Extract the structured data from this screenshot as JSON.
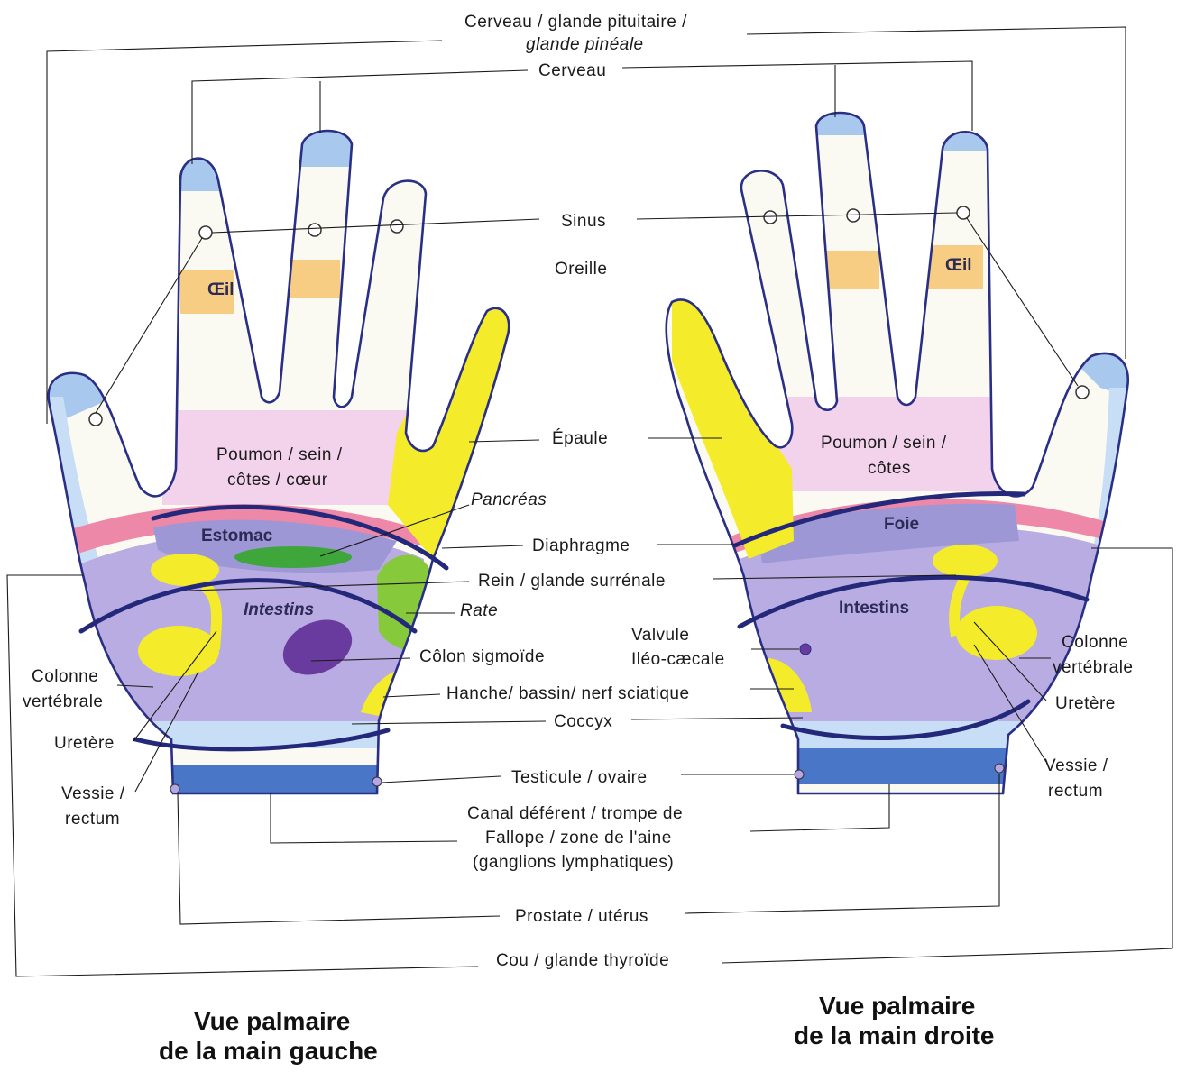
{
  "labels": {
    "cerveau_pituitaire": "Cerveau / glande pituitaire /",
    "glande_pineale": "glande pinéale",
    "cerveau": "Cerveau",
    "sinus": "Sinus",
    "oreille": "Oreille",
    "oeil": "Œil",
    "epaule": "Épaule",
    "poumon_line1": "Poumon / sein /",
    "poumon_left_line2": "côtes / cœur",
    "poumon_right_line2": "côtes",
    "pancreas": "Pancréas",
    "estomac": "Estomac",
    "foie": "Foie",
    "diaphragme": "Diaphragme",
    "rein": "Rein / glande surrénale",
    "rate": "Rate",
    "intestins": "Intestins",
    "valvule_line1": "Valvule",
    "valvule_line2": "Iléo-cæcale",
    "colon": "Côlon sigmoïde",
    "colonne_line1": "Colonne",
    "colonne_line2": "vertébrale",
    "hanche": "Hanche/ bassin/ nerf sciatique",
    "coccyx": "Coccyx",
    "uretere": "Uretère",
    "vessie_line1": "Vessie /",
    "vessie_line2": "rectum",
    "testicule": "Testicule / ovaire",
    "canal_line1": "Canal déférent / trompe de",
    "canal_line2": "Fallope / zone de l'aine",
    "canal_line3": "(ganglions lymphatiques)",
    "prostate": "Prostate / utérus",
    "cou": "Cou / glande thyroïde"
  },
  "captions": {
    "left_line1": "Vue palmaire",
    "left_line2": "de la main gauche",
    "right_line1": "Vue palmaire",
    "right_line2": "de la main droite"
  },
  "colors": {
    "skin": "#fbfaf2",
    "outline": "#2a2f86",
    "brain_blue": "#a9c8ee",
    "eye_orange": "#f6cd82",
    "shoulder_yellow": "#f4ec2a",
    "lung_pink": "#f3d2ec",
    "diaphragm_pink": "#ee88a8",
    "stomach_purple": "#9d97d6",
    "intestine_lilac": "#b8ace2",
    "kidney_yellow": "#f4ec2a",
    "pancreas_green": "#3ea63a",
    "spleen_green": "#86c93a",
    "colon_purple": "#6a3b9e",
    "spine_blue": "#c8def6",
    "groin_blue": "#4a76c8"
  }
}
